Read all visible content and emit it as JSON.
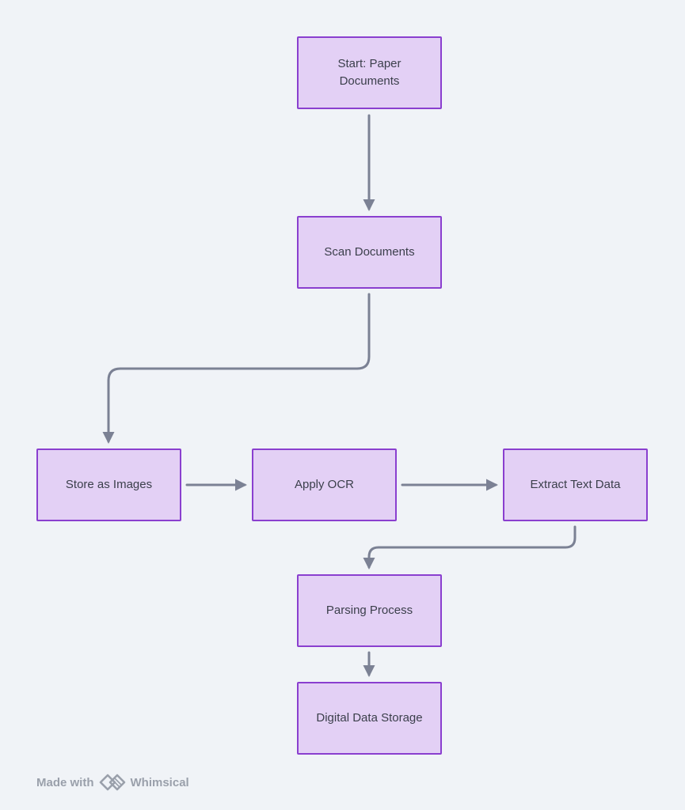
{
  "diagram": {
    "nodes": {
      "start": "Start: Paper Documents",
      "scan": "Scan Documents",
      "store": "Store as Images",
      "ocr": "Apply OCR",
      "extract": "Extract Text Data",
      "parse": "Parsing Process",
      "digital": "Digital Data Storage"
    },
    "edges": [
      {
        "from": "start",
        "to": "scan"
      },
      {
        "from": "scan",
        "to": "store"
      },
      {
        "from": "store",
        "to": "ocr"
      },
      {
        "from": "ocr",
        "to": "extract"
      },
      {
        "from": "extract",
        "to": "parse"
      },
      {
        "from": "parse",
        "to": "digital"
      }
    ],
    "colors": {
      "node_fill": "#e3d0f5",
      "node_border": "#8a3fcf",
      "edge": "#7b8194",
      "background": "#f0f3f7"
    }
  },
  "footer": {
    "made_with": "Made with",
    "brand": "Whimsical",
    "logo_icon": "whimsical-logo-icon"
  }
}
